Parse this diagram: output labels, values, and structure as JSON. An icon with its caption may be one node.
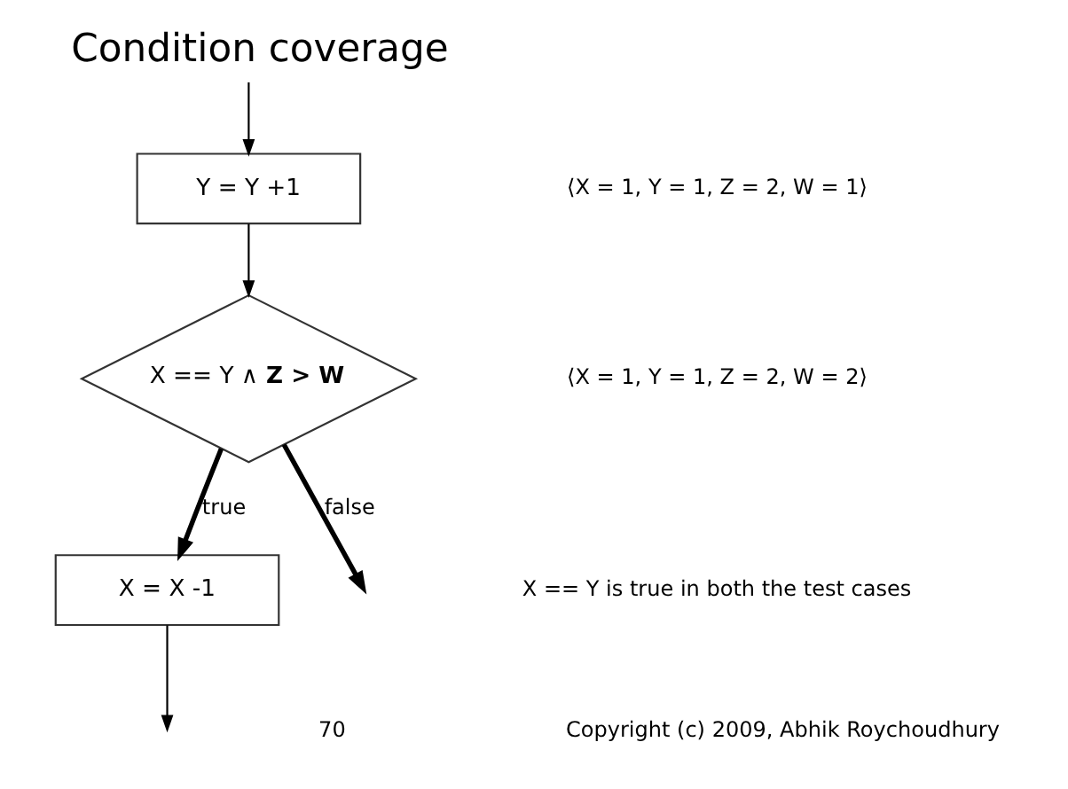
{
  "diagram": {
    "title": "Condition coverage",
    "nodes": [
      {
        "text": [
          "Y = Y +1"
        ]
      },
      {
        "text": [
          "X == Y ∧ **Z > W**"
        ]
      },
      {
        "text": [
          "X = X -1"
        ]
      }
    ],
    "edges": [
      {
        "from": null,
        "to": 0,
        "arrow": "to"
      },
      {
        "from": 0,
        "to": 1,
        "arrow": "to"
      },
      {
        "from": 1,
        "to": 2,
        "arrow": "to",
        "label": "true",
        "style": "thick"
      },
      {
        "from": 1,
        "to": null,
        "arrow": "to",
        "label": "false",
        "style": "thick"
      },
      {
        "from": 2,
        "to": null,
        "arrow": "to"
      }
    ],
    "labels": [
      "⟨X = 1, Y = 1, Z = 2, W = 1⟩",
      "⟨X = 1, Y = 1, Z = 2, W = 2⟩",
      "X == Y is true in both the test cases",
      "70",
      "Copyright (c) 2009, Abhik Roychoudhury"
    ]
  }
}
